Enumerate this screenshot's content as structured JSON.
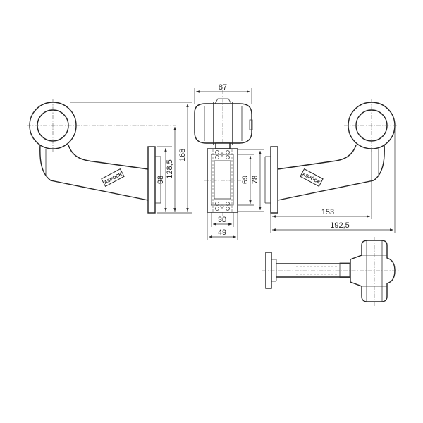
{
  "dimensions": {
    "width_top": "87",
    "height_98": "98",
    "height_128": "128,5",
    "height_168": "168",
    "height_69": "69",
    "height_78": "78",
    "width_30": "30",
    "width_49": "49",
    "length_153": "153",
    "length_192": "192,5"
  },
  "logo": {
    "text": "ASPÖCK",
    "is_logo": true
  }
}
